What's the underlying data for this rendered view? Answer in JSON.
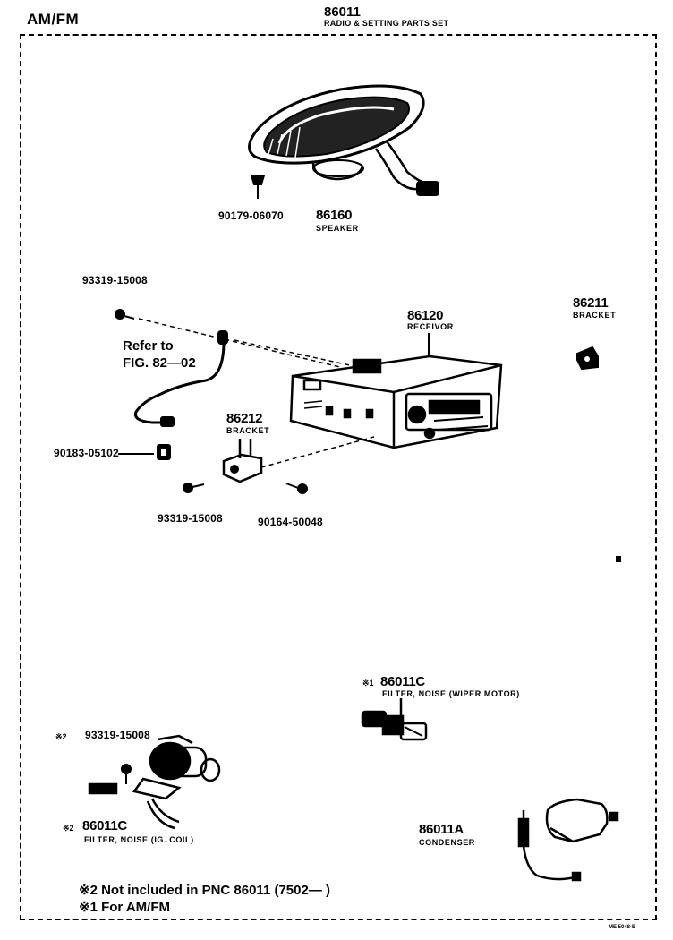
{
  "header": {
    "left_label": "AM/FM",
    "set_number": "86011",
    "set_title": "RADIO & SETTING PARTS SET"
  },
  "parts": {
    "screw_speaker": {
      "number": "90179-06070"
    },
    "speaker": {
      "number": "86160",
      "name": "SPEAKER"
    },
    "screw_top": {
      "number": "93319-15008"
    },
    "reference": {
      "line1": "Refer to",
      "line2": "FIG. 82—02"
    },
    "clip": {
      "number": "90183-05102"
    },
    "receiver": {
      "number": "86120",
      "name": "RECEIVOR"
    },
    "bracket_right": {
      "number": "86211",
      "name": "BRACKET"
    },
    "bracket_left": {
      "number": "86212",
      "name": "BRACKET"
    },
    "screw_bottom": {
      "number": "93319-15008"
    },
    "screw_bracket": {
      "number": "90164-50048"
    },
    "filter_wiper": {
      "mark": "※1",
      "number": "86011C",
      "name": "FILTER, NOISE (WIPER MOTOR)"
    },
    "screw_filter": {
      "mark": "※2",
      "number": "93319-15008"
    },
    "filter_ign": {
      "mark": "※2",
      "number": "86011C",
      "name": "FILTER, NOISE (IG. COIL)"
    },
    "condenser": {
      "number": "86011A",
      "name": "CONDENSER"
    }
  },
  "notes": {
    "note2": "※2 Not included in PNC 86011 (7502—        )",
    "note1": "※1 For AM/FM"
  },
  "footer": {
    "code": "ME 5048-B"
  }
}
